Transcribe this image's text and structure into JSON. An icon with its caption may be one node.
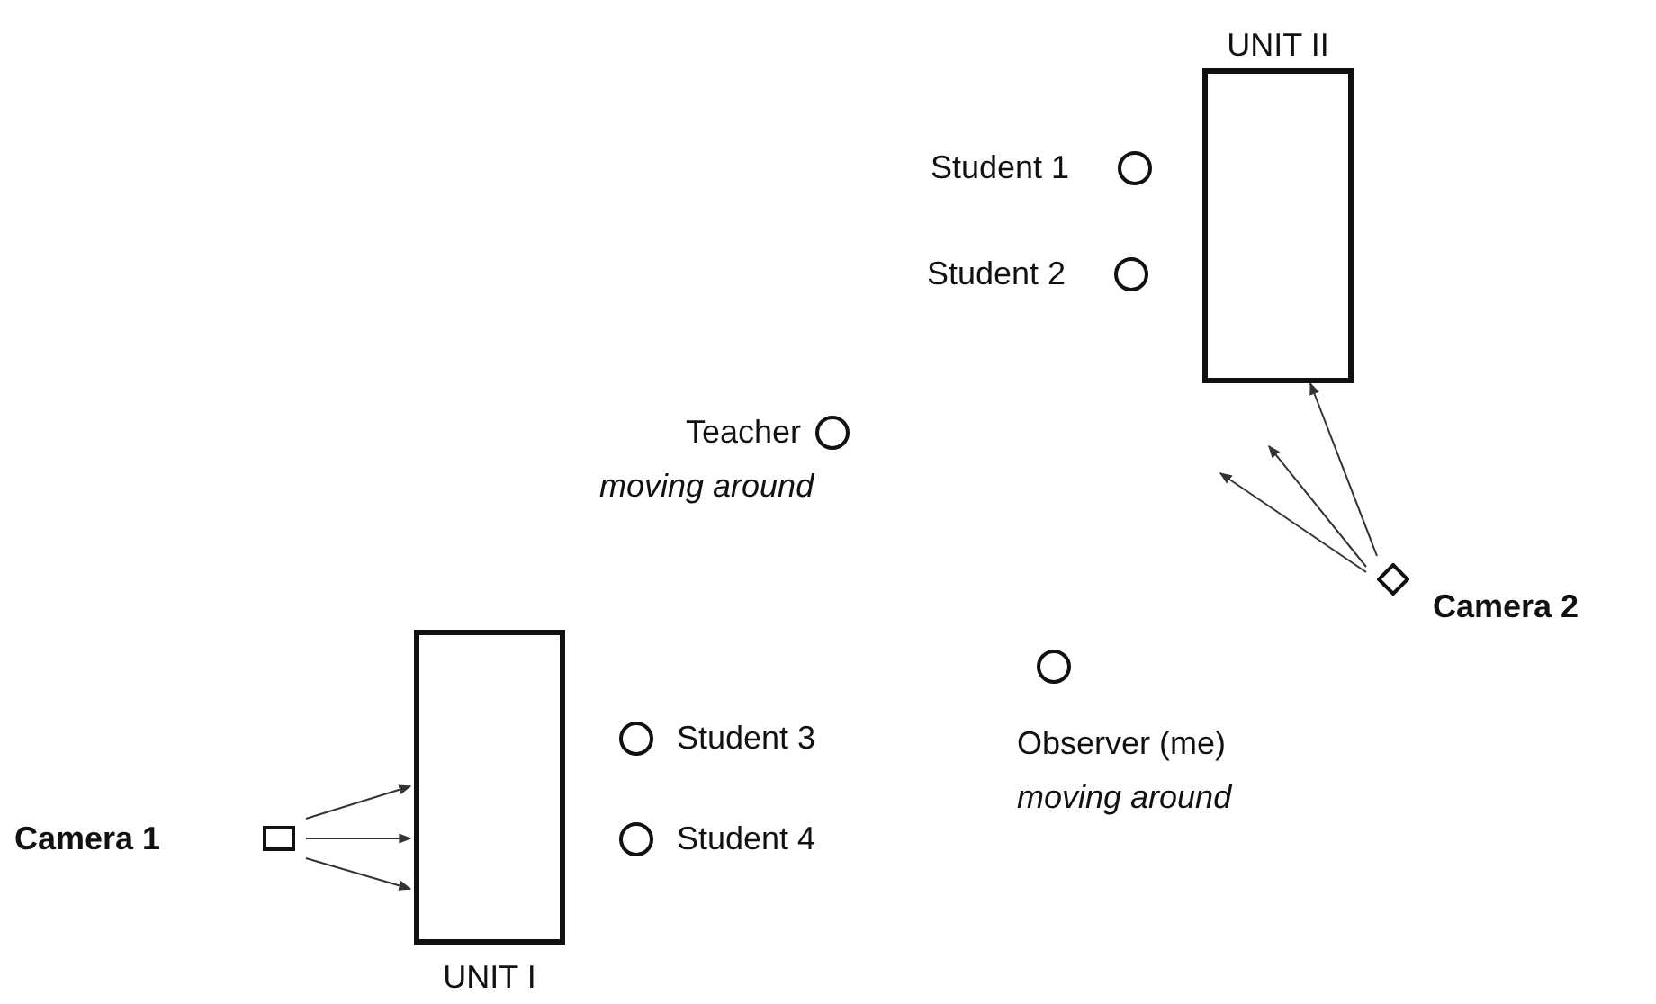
{
  "diagram": {
    "nodes": [
      {
        "text": [
          "UNIT II"
        ]
      },
      {
        "text": [
          "Student 1"
        ]
      },
      {
        "text": [
          "Student 2"
        ]
      },
      {
        "text": [
          "Teacher"
        ],
        "beside": [
          "moving around"
        ]
      },
      {
        "text": [
          "Camera 2"
        ]
      },
      {
        "text": [
          "Observer (me)"
        ],
        "beside": [
          "moving around"
        ]
      },
      {
        "text": [
          "UNIT I"
        ]
      },
      {
        "text": [
          "Student 3"
        ]
      },
      {
        "text": [
          "Student 4"
        ]
      },
      {
        "text": [
          "Camera 1"
        ]
      }
    ],
    "edges": [
      {
        "from": 4,
        "to": 0,
        "arrow": "to"
      },
      {
        "from": 4,
        "to": null,
        "arrow": "to"
      },
      {
        "from": 4,
        "to": null,
        "arrow": "to"
      },
      {
        "from": 9,
        "to": 6,
        "arrow": "to"
      },
      {
        "from": 9,
        "to": 6,
        "arrow": "to"
      },
      {
        "from": 9,
        "to": 6,
        "arrow": "to"
      }
    ]
  }
}
